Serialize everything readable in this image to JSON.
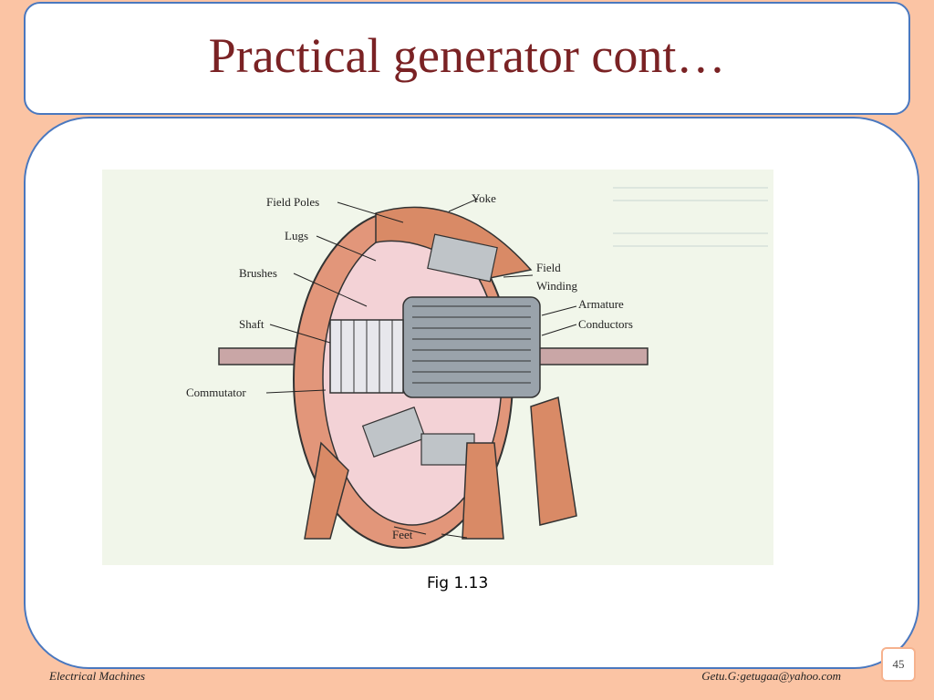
{
  "slide": {
    "title": "Practical generator cont…",
    "caption": "Fig 1.13",
    "footer_left": "Electrical Machines",
    "footer_right": "Getu.G:getugaa@yahoo.com",
    "page_number": "45"
  },
  "figure": {
    "labels": {
      "field_poles": "Field Poles",
      "yoke": "Yoke",
      "lugs": "Lugs",
      "field": "Field",
      "winding": "Winding",
      "brushes": "Brushes",
      "armature": "Armature",
      "conductors": "Conductors",
      "shaft": "Shaft",
      "commutator": "Commutator",
      "feet": "Feet"
    }
  },
  "colors": {
    "background": "#fbc4a4",
    "title": "#7a2224",
    "border": "#4a78bf",
    "machine": "#d98a66"
  }
}
